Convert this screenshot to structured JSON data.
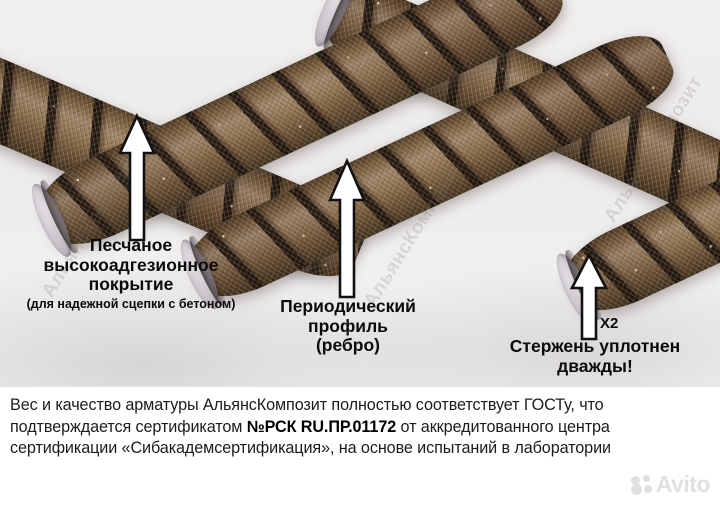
{
  "photo": {
    "alt_name": "fiberglass-rebar-closeup-photo",
    "watermarks": [
      "АльянсКомпозит",
      "АльянсКомпозит",
      "АльянсКомпозит"
    ],
    "rod_count": 4
  },
  "callouts": [
    {
      "id": "sand-coating",
      "line1": "Песчаное",
      "line2": "высокоадгезионное",
      "line3": "покрытие",
      "note": "(для надежной сцепки с бетоном)"
    },
    {
      "id": "periodic-profile",
      "line1": "Периодический",
      "line2": "профиль",
      "line3": "(ребро)"
    },
    {
      "id": "double-compacted",
      "tag": "X2",
      "line1": "Стержень уплотнен",
      "line2": "дважды!"
    }
  ],
  "bottom_text": {
    "part1": "Вес и качество арматуры АльянсКомпозит полностью соответствует ГОСТу, что подтверждается сертификатом ",
    "cert_number": "№РСК RU.ПР.01172",
    "part2": " от аккредитованного центра сертификации «Сибакадемсертификация», на основе испытаний в лаборатории"
  },
  "watermark": {
    "brand": "Avito"
  },
  "colors": {
    "text": "#1c1c1c",
    "rod_base": "#8a6a46",
    "rod_rib": "#1a120d",
    "cut_end": "#cdc6cd",
    "watermark_gray": "#9b9b9b"
  }
}
